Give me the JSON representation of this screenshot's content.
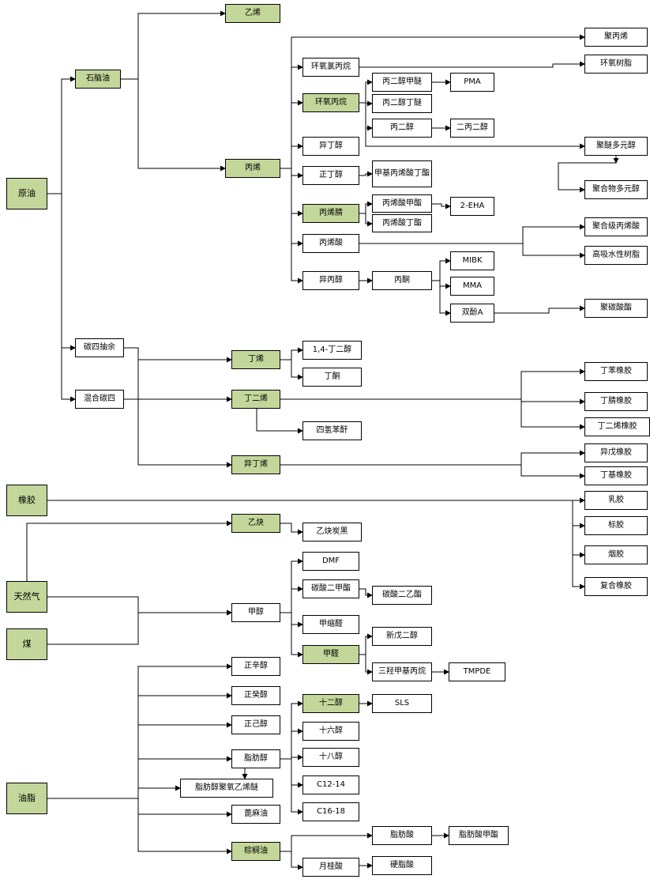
{
  "diagram": {
    "kind": "petrochemical-industry-chain-flowchart",
    "colors": {
      "highlight_fill": "#c4d79b",
      "plain_fill": "#ffffff",
      "border": "#000000",
      "connector": "#000000"
    }
  },
  "nodes": {
    "ethylene": "乙烯",
    "polypropylene": "聚丙烯",
    "epichlorohydrin": "环氧氯丙烷",
    "epoxy_resin": "环氧树脂",
    "naphtha": "石脑油",
    "pgme": "丙二醇甲醚",
    "pma": "PMA",
    "propylene_oxide": "环氧丙烷",
    "pgbe": "丙二醇丁醚",
    "propylene_glycol": "丙二醇",
    "dpg": "二丙二醇",
    "isobutanol": "异丁醇",
    "polyether_polyol": "聚醚多元醇",
    "propylene": "丙烯",
    "n_butanol": "正丁醇",
    "butyl_methacrylate": "甲基丙烯酸丁酯",
    "crude_oil": "原油",
    "polymer_polyol": "聚合物多元醇",
    "acrylonitrile": "丙烯腈",
    "methyl_acrylate": "丙烯酸甲酯",
    "eha_2": "2-EHA",
    "butyl_acrylate": "丙烯酸丁酯",
    "acrylic_acid": "丙烯酸",
    "polymer_grade_acrylic_acid": "聚合级丙烯酸",
    "sap": "高吸水性树脂",
    "mibk": "MIBK",
    "isopropanol": "异丙醇",
    "acetone": "丙酮",
    "mma": "MMA",
    "bisphenol_a": "双酚A",
    "polycarbonate": "聚碳酸酯",
    "c4_raffinate": "碳四抽余",
    "bdo": "1,4-丁二醇",
    "butene": "丁烯",
    "mek": "丁酮",
    "sbr": "丁苯橡胶",
    "mixed_c4": "混合碳四",
    "butadiene": "丁二烯",
    "nbr": "丁腈橡胶",
    "thpa": "四氢苯酐",
    "br": "丁二烯橡胶",
    "isoprene_rubber": "异戊橡胶",
    "isobutylene": "异丁烯",
    "butyl_rubber": "丁基橡胶",
    "rubber": "橡胶",
    "latex": "乳胶",
    "acetylene": "乙炔",
    "acetylene_black": "乙炔炭黑",
    "standard_rubber": "标胶",
    "smoked_rubber": "烟胶",
    "dmf": "DMF",
    "compound_rubber": "复合橡胶",
    "natural_gas": "天然气",
    "dmc": "碳酸二甲酯",
    "dec": "碳酸二乙酯",
    "methanol": "甲醇",
    "methylal": "甲缩醛",
    "coal": "煤",
    "npg": "新戊二醇",
    "formaldehyde": "甲醛",
    "n_octanol": "正辛醇",
    "tmp": "三羟甲基丙烷",
    "tmpde": "TMPDE",
    "n_decanol": "正癸醇",
    "lauryl_alcohol": "十二醇",
    "sls": "SLS",
    "n_hexanol": "正己醇",
    "cetyl_alcohol": "十六醇",
    "fatty_alcohol": "脂肪醇",
    "stearyl_alcohol": "十八醇",
    "c12_14": "C12-14",
    "aeo": "脂肪醇聚氧乙烯醚",
    "oils": "油脂",
    "castor_oil": "蓖麻油",
    "c16_18": "C16-18",
    "fatty_acid": "脂肪酸",
    "fame": "脂肪酸甲酯",
    "palm_oil": "棕榈油",
    "lauric_acid": "月桂酸",
    "stearic_acid": "硬脂酸"
  },
  "edges": [
    [
      "crude_oil",
      "naphtha"
    ],
    [
      "crude_oil",
      "c4_raffinate"
    ],
    [
      "crude_oil",
      "mixed_c4"
    ],
    [
      "naphtha",
      "ethylene"
    ],
    [
      "naphtha",
      "propylene"
    ],
    [
      "propylene",
      "polypropylene"
    ],
    [
      "propylene",
      "epichlorohydrin"
    ],
    [
      "propylene",
      "propylene_oxide"
    ],
    [
      "propylene",
      "isobutanol"
    ],
    [
      "propylene",
      "n_butanol"
    ],
    [
      "propylene",
      "acrylonitrile"
    ],
    [
      "propylene",
      "acrylic_acid"
    ],
    [
      "propylene",
      "isopropanol"
    ],
    [
      "epichlorohydrin",
      "epoxy_resin"
    ],
    [
      "propylene_oxide",
      "pgme"
    ],
    [
      "propylene_oxide",
      "pgbe"
    ],
    [
      "propylene_oxide",
      "propylene_glycol"
    ],
    [
      "propylene_oxide",
      "polyether_polyol"
    ],
    [
      "pgme",
      "pma"
    ],
    [
      "propylene_glycol",
      "dpg"
    ],
    [
      "n_butanol",
      "butyl_methacrylate"
    ],
    [
      "acrylonitrile",
      "methyl_acrylate"
    ],
    [
      "acrylonitrile",
      "butyl_acrylate"
    ],
    [
      "methyl_acrylate",
      "eha_2"
    ],
    [
      "acrylic_acid",
      "polymer_grade_acrylic_acid"
    ],
    [
      "acrylic_acid",
      "sap"
    ],
    [
      "polyether_polyol",
      "polymer_polyol"
    ],
    [
      "isopropanol",
      "acetone"
    ],
    [
      "acetone",
      "mibk"
    ],
    [
      "acetone",
      "mma"
    ],
    [
      "acetone",
      "bisphenol_a"
    ],
    [
      "bisphenol_a",
      "polycarbonate"
    ],
    [
      "c4_raffinate",
      "butene"
    ],
    [
      "mixed_c4",
      "butadiene"
    ],
    [
      "mixed_c4",
      "isobutylene"
    ],
    [
      "butene",
      "bdo"
    ],
    [
      "butene",
      "mek"
    ],
    [
      "butadiene",
      "sbr"
    ],
    [
      "butadiene",
      "nbr"
    ],
    [
      "butadiene",
      "br"
    ],
    [
      "butadiene",
      "thpa"
    ],
    [
      "isobutylene",
      "isoprene_rubber"
    ],
    [
      "isobutylene",
      "butyl_rubber"
    ],
    [
      "rubber",
      "latex"
    ],
    [
      "rubber",
      "standard_rubber"
    ],
    [
      "rubber",
      "smoked_rubber"
    ],
    [
      "rubber",
      "compound_rubber"
    ],
    [
      "natural_gas",
      "acetylene"
    ],
    [
      "natural_gas",
      "methanol"
    ],
    [
      "coal",
      "methanol"
    ],
    [
      "acetylene",
      "acetylene_black"
    ],
    [
      "methanol",
      "dmf"
    ],
    [
      "methanol",
      "dmc"
    ],
    [
      "methanol",
      "methylal"
    ],
    [
      "methanol",
      "formaldehyde"
    ],
    [
      "dmc",
      "dec"
    ],
    [
      "formaldehyde",
      "npg"
    ],
    [
      "formaldehyde",
      "tmp"
    ],
    [
      "tmp",
      "tmpde"
    ],
    [
      "oils",
      "n_octanol"
    ],
    [
      "oils",
      "n_decanol"
    ],
    [
      "oils",
      "n_hexanol"
    ],
    [
      "oils",
      "fatty_alcohol"
    ],
    [
      "oils",
      "aeo"
    ],
    [
      "oils",
      "castor_oil"
    ],
    [
      "oils",
      "palm_oil"
    ],
    [
      "fatty_alcohol",
      "aeo"
    ],
    [
      "fatty_alcohol",
      "lauryl_alcohol"
    ],
    [
      "fatty_alcohol",
      "cetyl_alcohol"
    ],
    [
      "fatty_alcohol",
      "stearyl_alcohol"
    ],
    [
      "fatty_alcohol",
      "c12_14"
    ],
    [
      "fatty_alcohol",
      "c16_18"
    ],
    [
      "lauryl_alcohol",
      "sls"
    ],
    [
      "palm_oil",
      "fatty_acid"
    ],
    [
      "palm_oil",
      "lauric_acid"
    ],
    [
      "fatty_acid",
      "fame"
    ],
    [
      "lauric_acid",
      "stearic_acid"
    ]
  ]
}
